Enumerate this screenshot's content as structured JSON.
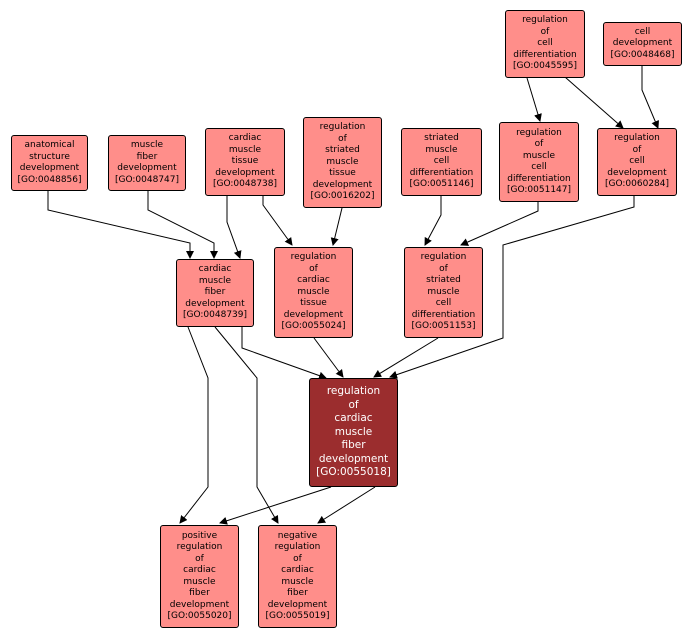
{
  "graph": {
    "nodes": {
      "anatomical": "anatomical\nstructure\ndevelopment\n[GO:0048856]",
      "muscle_fiber_dev": "muscle\nfiber\ndevelopment\n[GO:0048747]",
      "cardiac_tissue_dev": "cardiac\nmuscle\ntissue\ndevelopment\n[GO:0048738]",
      "reg_striated_tissue_dev": "regulation\nof\nstriated\nmuscle\ntissue\ndevelopment\n[GO:0016202]",
      "striated_diff": "striated\nmuscle\ncell\ndifferentiation\n[GO:0051146]",
      "reg_cell_diff": "regulation\nof\ncell\ndifferentiation\n[GO:0045595]",
      "cell_dev": "cell\ndevelopment\n[GO:0048468]",
      "reg_muscle_cell_diff": "regulation\nof\nmuscle\ncell\ndifferentiation\n[GO:0051147]",
      "reg_cell_dev": "regulation\nof\ncell\ndevelopment\n[GO:0060284]",
      "cardiac_fiber_dev": "cardiac\nmuscle\nfiber\ndevelopment\n[GO:0048739]",
      "reg_cardiac_tissue_dev": "regulation\nof\ncardiac\nmuscle\ntissue\ndevelopment\n[GO:0055024]",
      "reg_striated_diff": "regulation\nof\nstriated\nmuscle\ncell\ndifferentiation\n[GO:0051153]",
      "focus": "regulation\nof\ncardiac\nmuscle\nfiber\ndevelopment\n[GO:0055018]",
      "pos_reg": "positive\nregulation\nof\ncardiac\nmuscle\nfiber\ndevelopment\n[GO:0055020]",
      "neg_reg": "negative\nregulation\nof\ncardiac\nmuscle\nfiber\ndevelopment\n[GO:0055019]"
    },
    "colors": {
      "node_fill": "#ff8e8a",
      "focus_fill": "#9b2d2e",
      "focus_text": "#ffffff",
      "edge": "#000000"
    }
  }
}
